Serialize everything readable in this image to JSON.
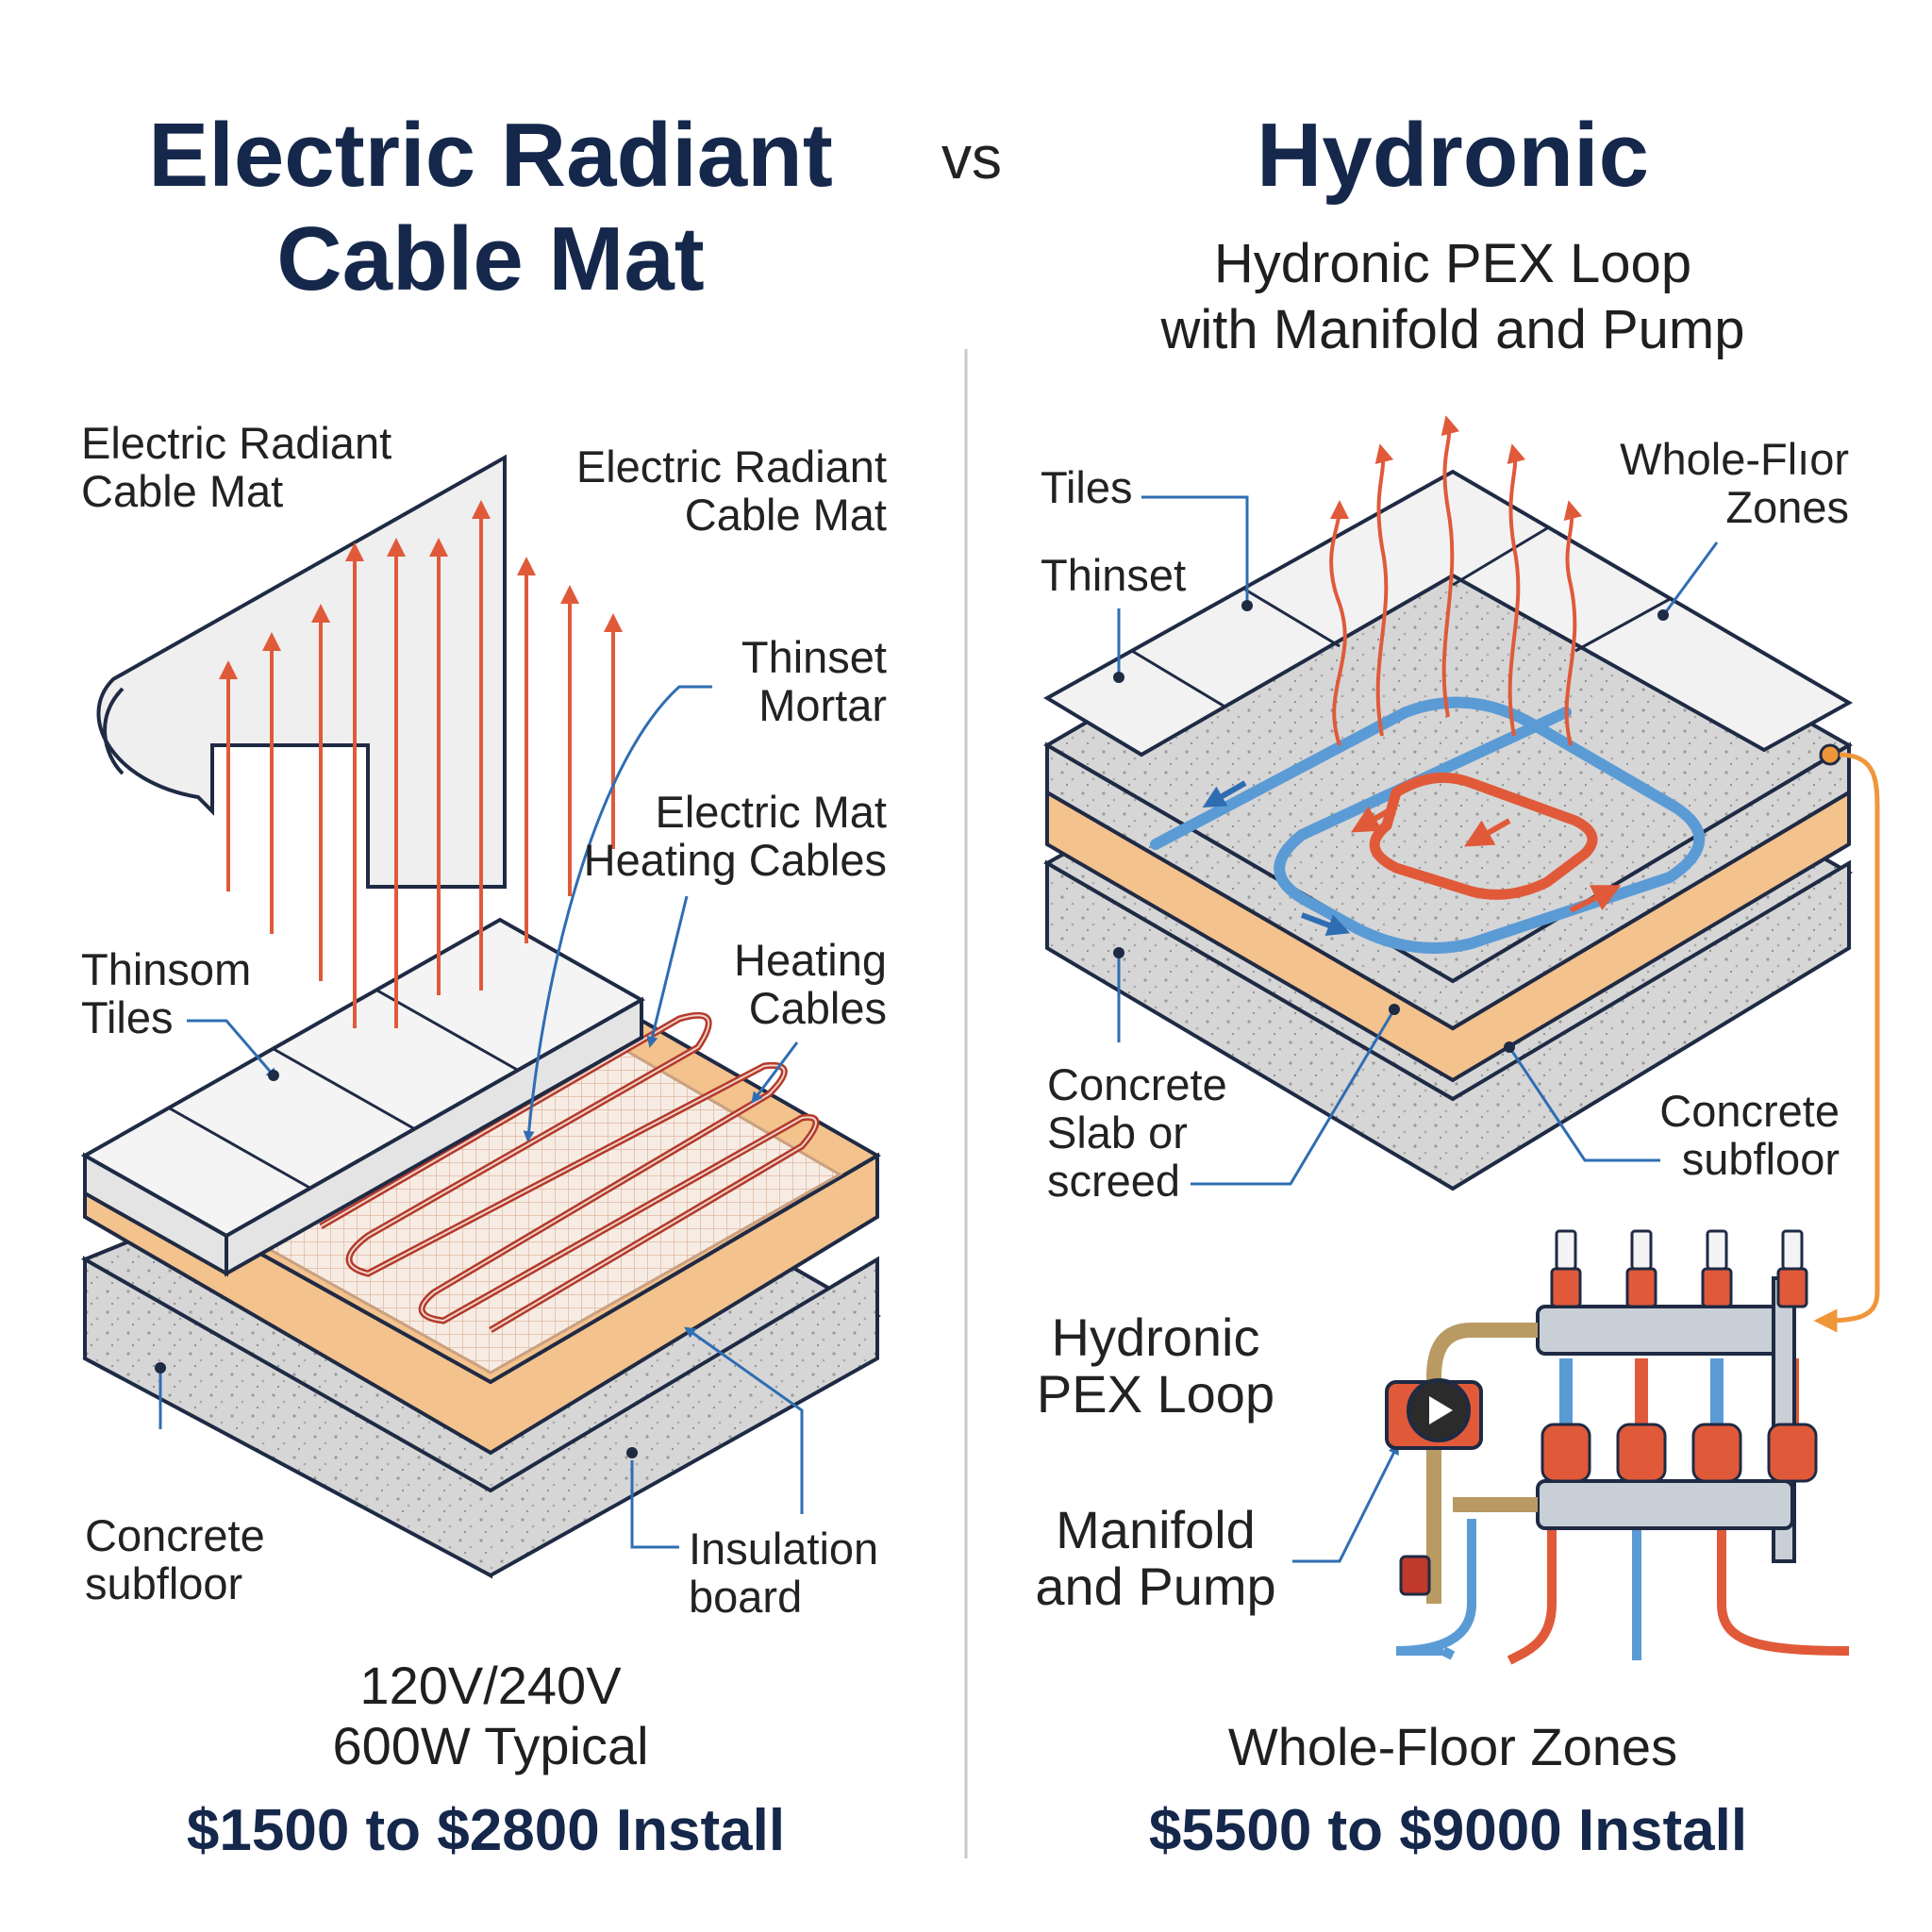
{
  "left": {
    "title": "Electric Radiant\nCable Mat",
    "labels": {
      "mat_top_left": "Electric Radiant\nCable Mat",
      "mat_top_right": "Electric Radiant\nCable Mat",
      "thinset_mortar": "Thinset\nMortar",
      "mat_cables": "Electric Mat\nHeating Cables",
      "heating_cables": "Heating\nCables",
      "thinsom_tiles": "Thinsom\nTiles",
      "concrete_subfloor": "Concrete\nsubfloor",
      "insulation_board": "Insulation\nboard"
    },
    "spec": "120V/240V\n600W Typical",
    "price": "$1500 to $2800 Install"
  },
  "vs": "vs",
  "right": {
    "title": "Hydronic",
    "subtitle": "Hydronic PEX Loop\nwith Manifold and Pump",
    "labels": {
      "tiles": "Tiles",
      "thinset": "Thinset",
      "whole_floor_zones": "Whole-Flıor\nZones",
      "concrete_slab": "Concrete\nSlab or\nscreed",
      "concrete_subfloor": "Concrete\nsubfloor",
      "pex_loop": "Hydronic\nPEX Loop",
      "manifold_pump": "Manifold\nand Pump"
    },
    "zones": "Whole-Floor Zones",
    "price": "$5500 to $9000 Install"
  },
  "colors": {
    "title_navy": "#15284b",
    "heat_red": "#e05a3a",
    "cold_blue": "#5b9bd5",
    "leader_blue": "#2f6db3",
    "insulation_orange": "#f3c28d",
    "concrete_gray": "#d4d4d4"
  }
}
